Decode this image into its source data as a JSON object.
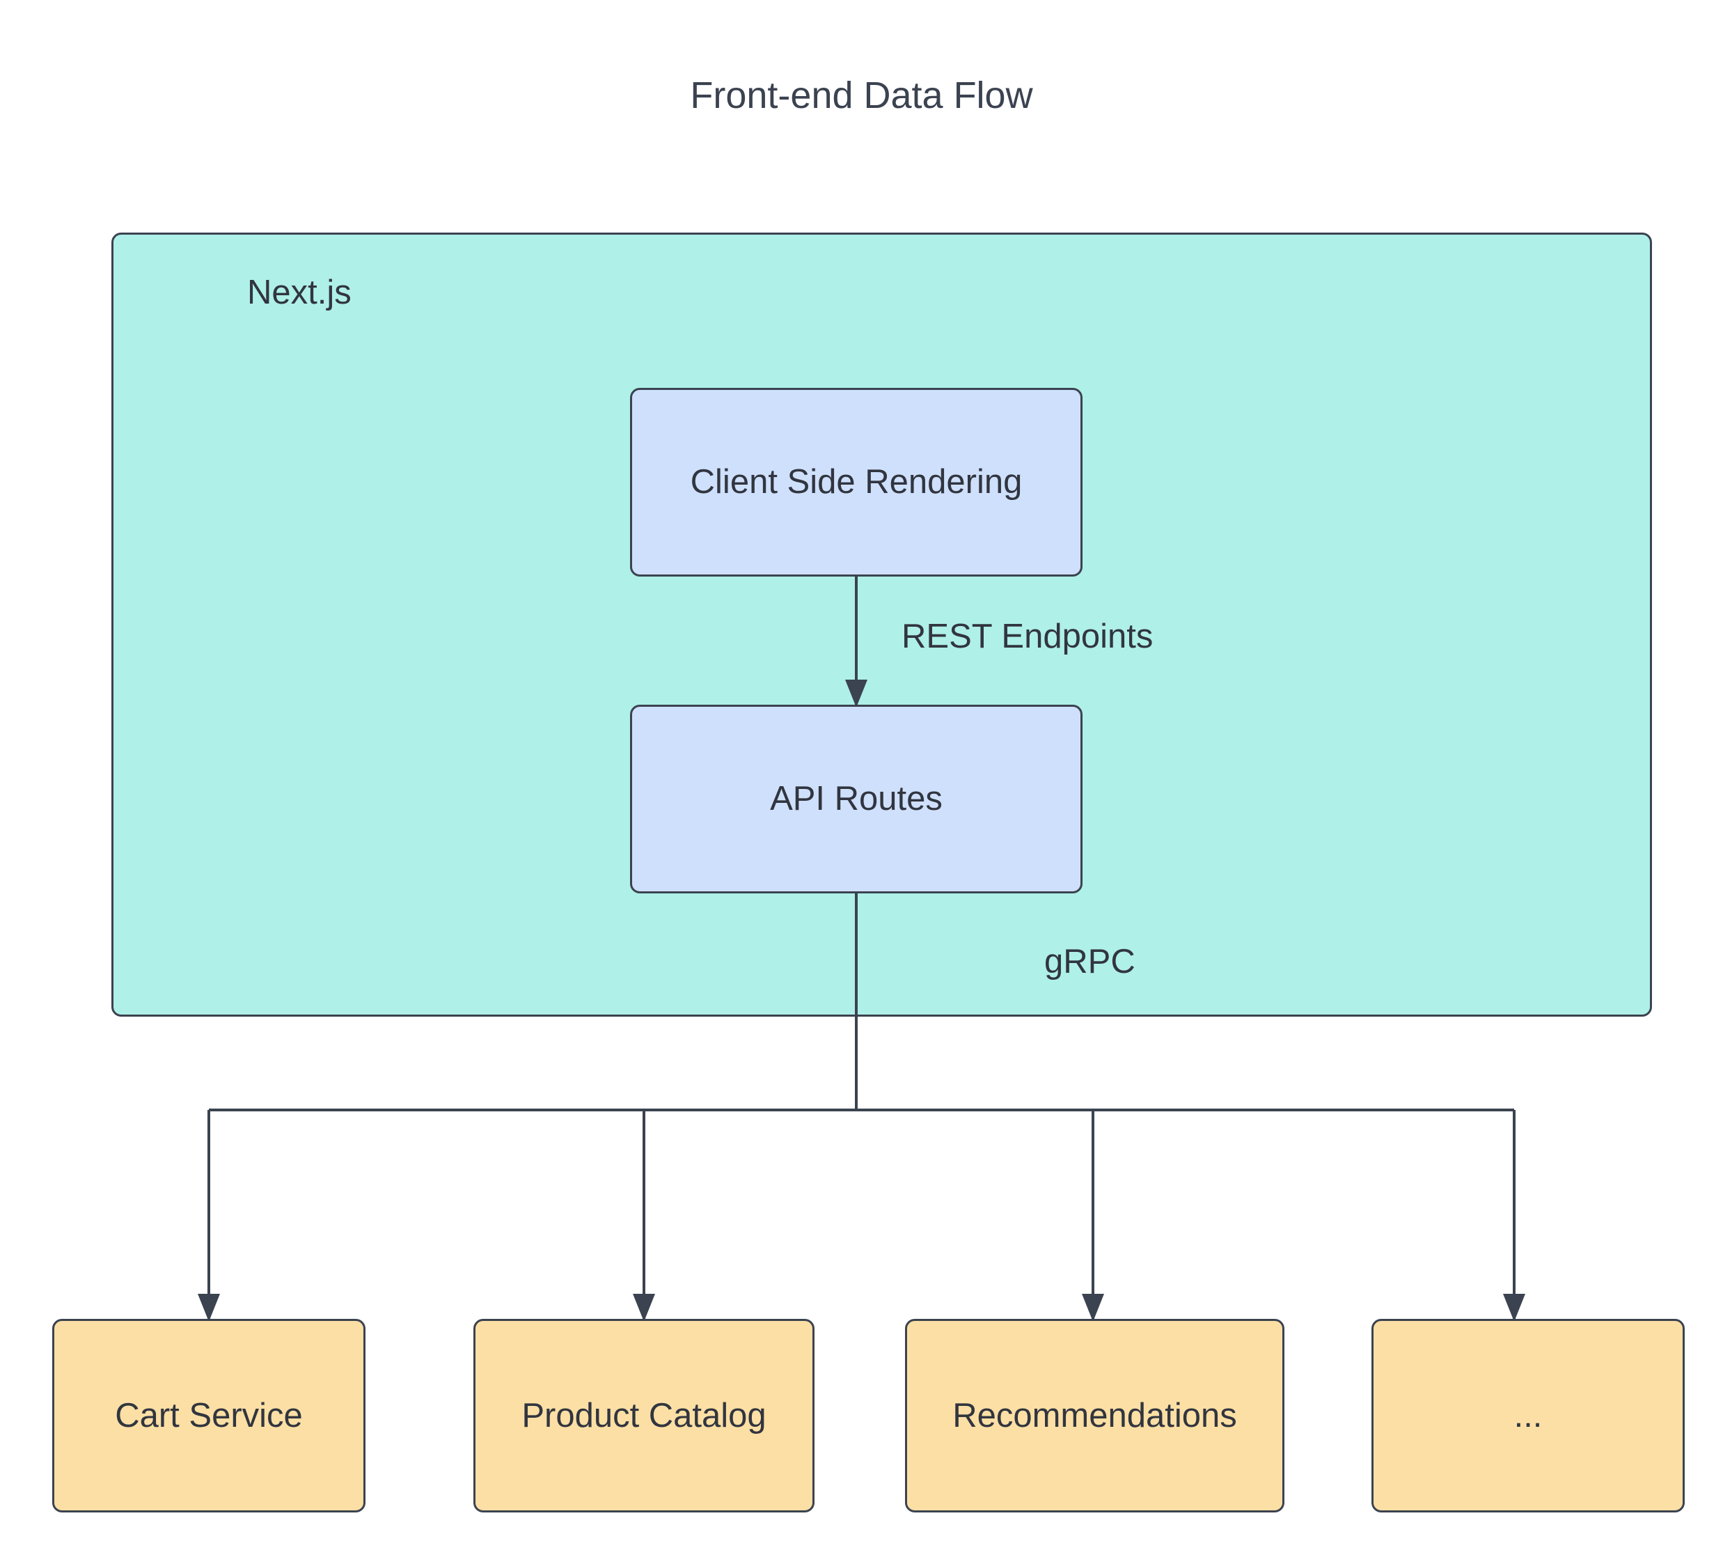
{
  "diagram": {
    "title": "Front-end Data Flow",
    "type": "flowchart",
    "background_color": "#ffffff",
    "text_color": "#31353f",
    "stroke_color": "#3b4350",
    "clusters": [
      {
        "id": "nextjs",
        "label": "Next.js",
        "fill": "#aff0e8",
        "contains": [
          "csr",
          "api_routes"
        ]
      }
    ],
    "nodes": [
      {
        "id": "csr",
        "label": "Client Side Rendering",
        "fill": "#cfe0fc",
        "shape": "rounded-rect"
      },
      {
        "id": "api_routes",
        "label": "API Routes",
        "fill": "#cfe0fc",
        "shape": "rounded-rect"
      },
      {
        "id": "cart",
        "label": "Cart Service",
        "fill": "#fcdfa4",
        "shape": "rounded-rect"
      },
      {
        "id": "catalog",
        "label": "Product Catalog",
        "fill": "#fcdfa4",
        "shape": "rounded-rect"
      },
      {
        "id": "recs",
        "label": "Recommendations",
        "fill": "#fcdfa4",
        "shape": "rounded-rect"
      },
      {
        "id": "more",
        "label": "...",
        "fill": "#fcdfa4",
        "shape": "rounded-rect"
      }
    ],
    "edges": [
      {
        "from": "csr",
        "to": "api_routes",
        "label": "REST Endpoints",
        "arrow": "down"
      },
      {
        "from": "api_routes",
        "to": "cart",
        "label": "gRPC",
        "arrow": "down"
      },
      {
        "from": "api_routes",
        "to": "catalog",
        "label": "",
        "arrow": "down"
      },
      {
        "from": "api_routes",
        "to": "recs",
        "label": "",
        "arrow": "down"
      },
      {
        "from": "api_routes",
        "to": "more",
        "label": "",
        "arrow": "down"
      }
    ],
    "edge_labels": {
      "rest": "REST Endpoints",
      "grpc": "gRPC"
    }
  }
}
